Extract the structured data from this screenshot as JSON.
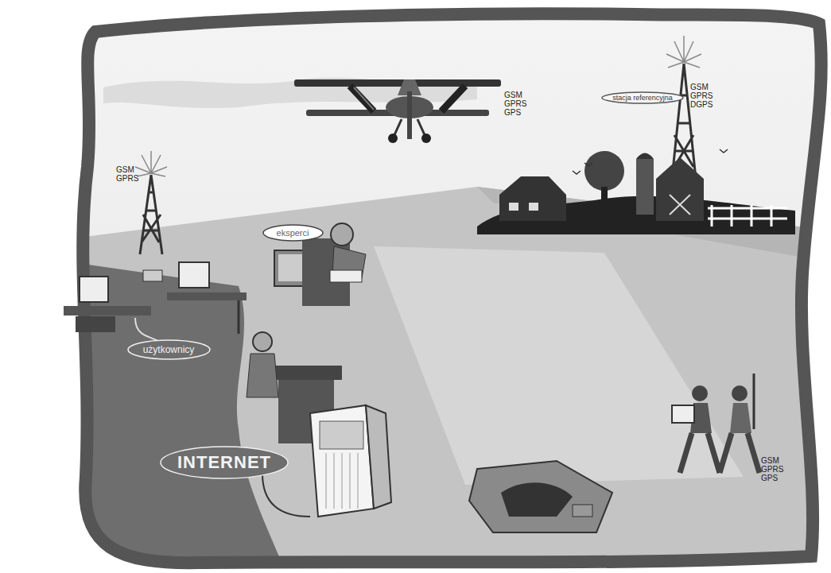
{
  "diagram": {
    "nodes": [
      {
        "text": [
          "stacja referencyjna"
        ]
      },
      {
        "text": [
          "eksperci"
        ]
      },
      {
        "text": [
          "użytkownicy"
        ]
      },
      {
        "text": [
          "INTERNET"
        ]
      }
    ],
    "labels": [
      "GSM GPRS GPS",
      "GSM GPRS DGPS",
      "GSM GPRS",
      "GSM GPRS GPS"
    ]
  }
}
